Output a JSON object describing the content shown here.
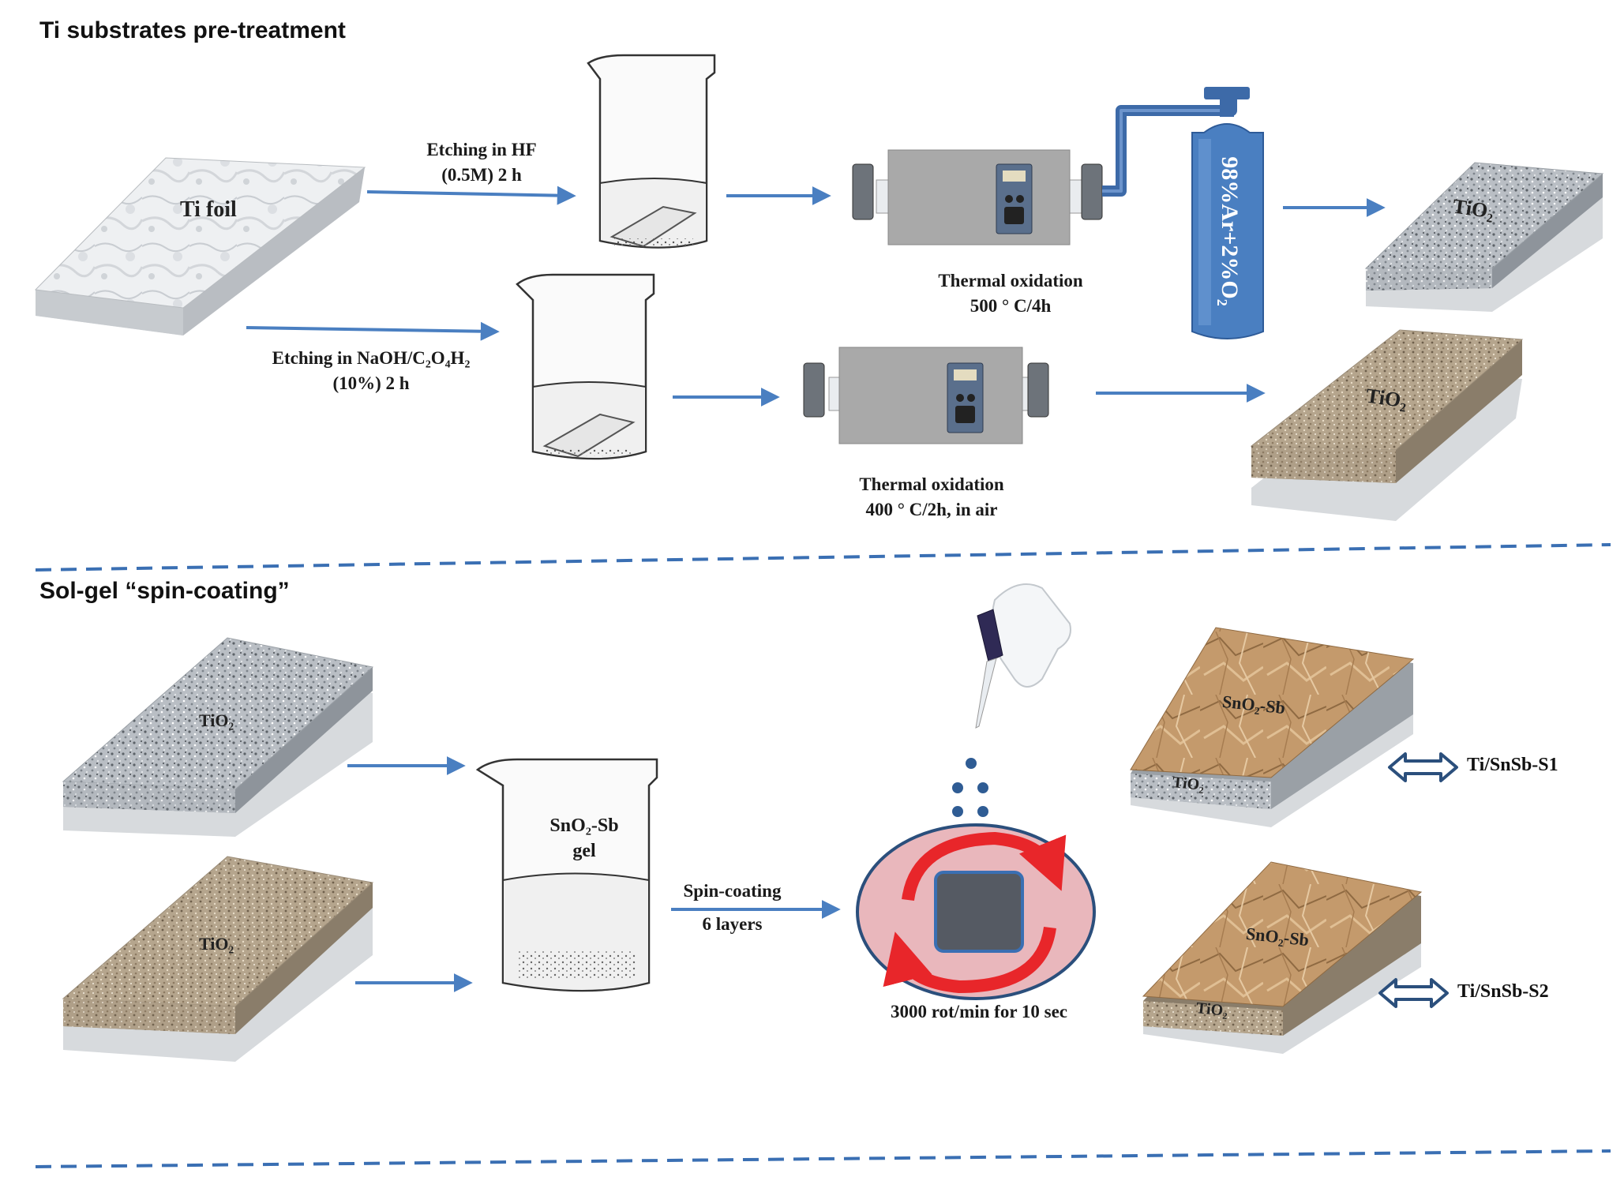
{
  "sections": {
    "pretreatment_title": "Ti substrates pre-treatment",
    "solgel_title": "Sol-gel “spin-coating”"
  },
  "labels": {
    "ti_foil": "Ti  foil",
    "etch_hf_line1": "Etching in HF",
    "etch_hf_line2": "(0.5M) 2 h",
    "etch_naoh_line1": "Etching in NaOH/C₂O₄H₂",
    "etch_naoh_line2": "(10%) 2 h",
    "thermal1_line1": "Thermal oxidation",
    "thermal1_line2": "500 ° C/4h",
    "thermal2_line1": "Thermal oxidation",
    "thermal2_line2": "400 ° C/2h, in air",
    "gas_cylinder": "98%Ar+2%O₂",
    "tio2": "TiO₂",
    "sno2_sb": "SnO₂-Sb",
    "gel_line1": "SnO₂-Sb",
    "gel_line2": "gel",
    "spin_line1": "Spin-coating",
    "spin_line2": "6 layers",
    "spin_speed": "3000 rot/min  for 10 sec",
    "result_s1": "Ti/SnSb-S1",
    "result_s2": "Ti/SnSb-S2"
  },
  "colors": {
    "arrow": "#4a7fc1",
    "furnace": "#a9a9a9",
    "cylinder": "#4a7fc1",
    "hose": "#3d6aa8",
    "dish": "#e9b7bc",
    "spin_arrow": "#e8262a",
    "wafer": "#555a63",
    "divider": "#3a6fb3"
  }
}
